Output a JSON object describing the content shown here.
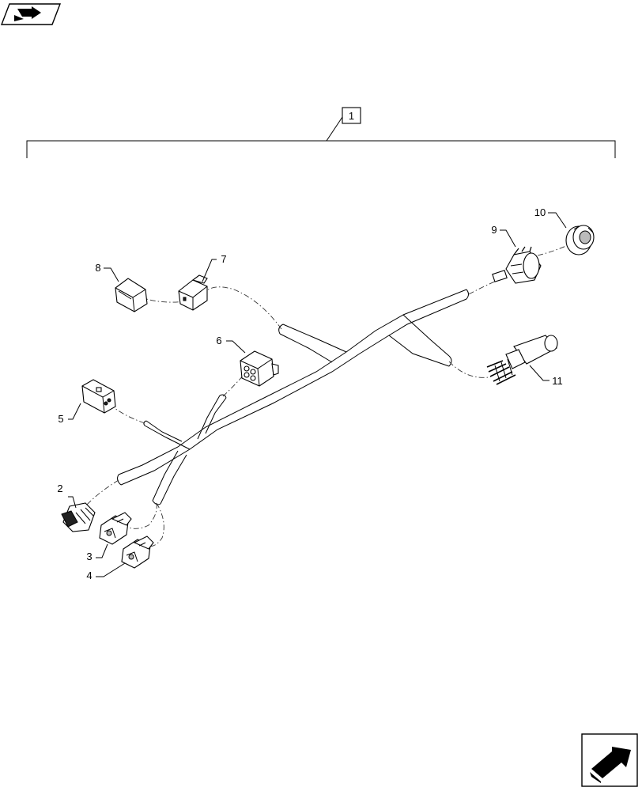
{
  "callouts": {
    "c1": "1",
    "c2": "2",
    "c3": "3",
    "c4": "4",
    "c5": "5",
    "c6": "6",
    "c7": "7",
    "c8": "8",
    "c9": "9",
    "c10": "10",
    "c11": "11"
  },
  "icons": {
    "top_left": "previous-page-icon",
    "bottom_right": "next-page-icon"
  },
  "colors": {
    "line": "#000000",
    "background": "#ffffff"
  }
}
